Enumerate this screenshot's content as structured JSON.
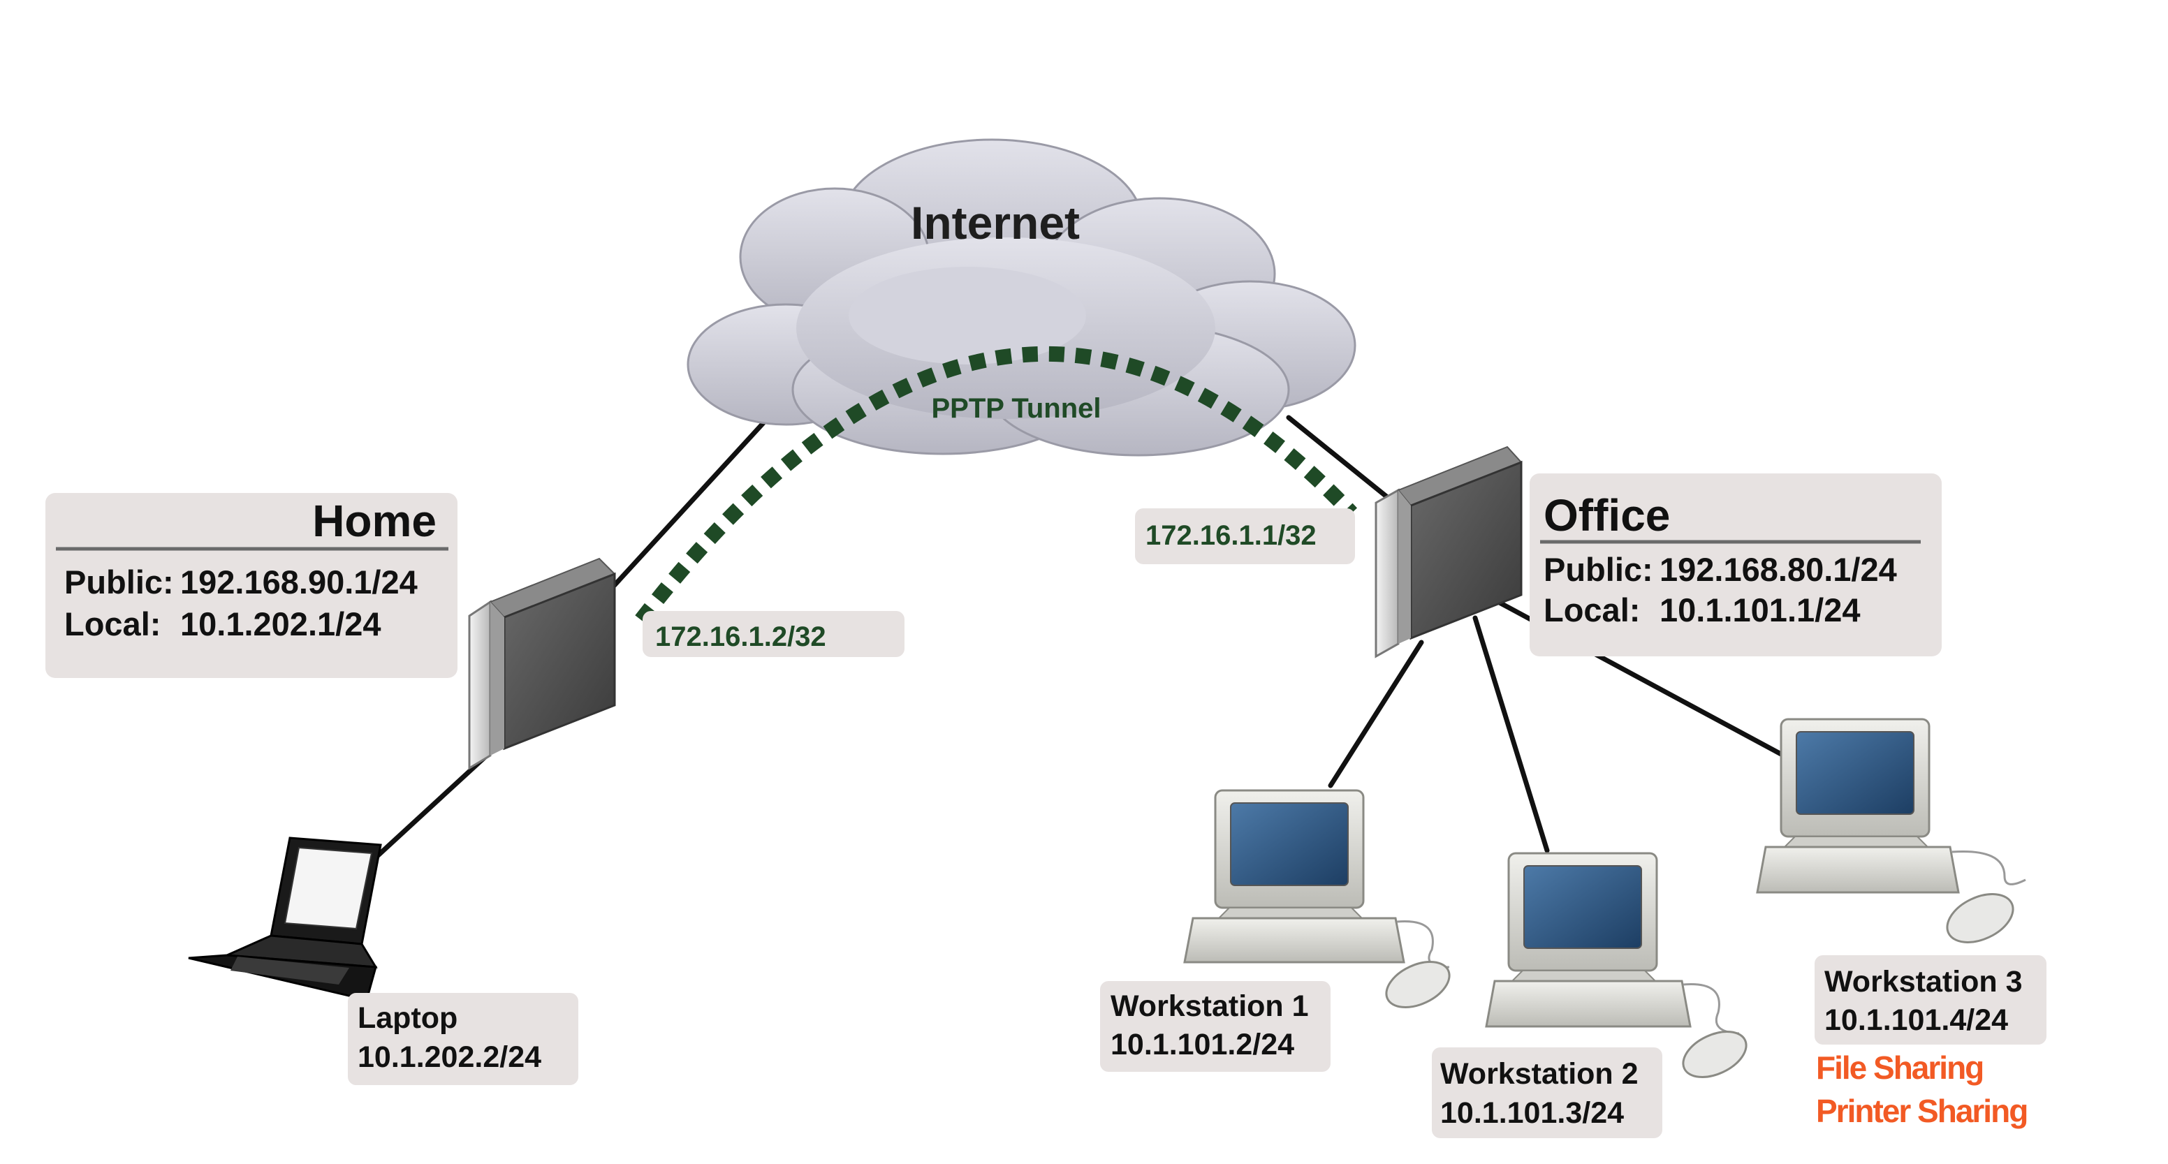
{
  "cloud": {
    "title": "Internet",
    "tunnel_label": "PPTP Tunnel"
  },
  "home": {
    "title": "Home",
    "public_label": "Public:",
    "public_ip": "192.168.90.1/24",
    "local_label": "Local:",
    "local_ip": "10.1.202.1/24",
    "tunnel_ip": "172.16.1.2/32"
  },
  "office": {
    "title": "Office",
    "public_label": "Public:",
    "public_ip": "192.168.80.1/24",
    "local_label": "Local:",
    "local_ip": "10.1.101.1/24",
    "tunnel_ip": "172.16.1.1/32"
  },
  "laptop": {
    "name": "Laptop",
    "ip": "10.1.202.2/24"
  },
  "workstations": [
    {
      "name": "Workstation 1",
      "ip": "10.1.101.2/24"
    },
    {
      "name": "Workstation 2",
      "ip": "10.1.101.3/24"
    },
    {
      "name": "Workstation 3",
      "ip": "10.1.101.4/24"
    }
  ],
  "services": {
    "file": "File Sharing",
    "printer": "Printer Sharing"
  },
  "colors": {
    "tunnel": "#1f4a26",
    "label_bg": "#e7e2e1",
    "service_text": "#f25a24",
    "cable": "#111111"
  }
}
